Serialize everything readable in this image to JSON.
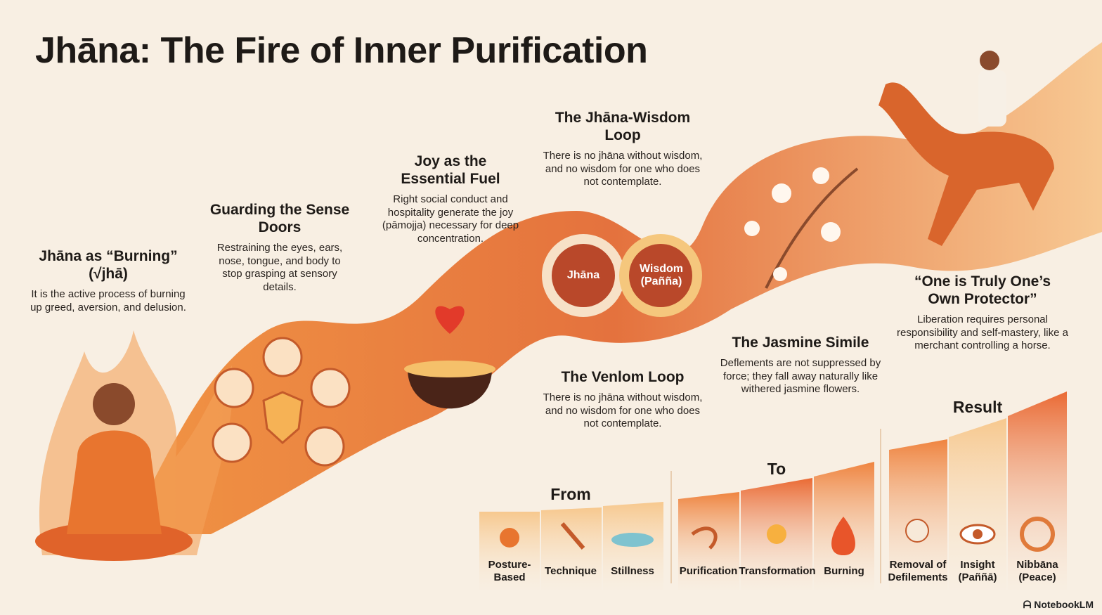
{
  "title": "Jhāna: The Fire of Inner Purification",
  "sections": [
    {
      "heading": "Jhāna as “Burning” (√jhā)",
      "text": "It is the active process of burning up greed, aversion, and delusion."
    },
    {
      "heading": "Guarding the Sense Doors",
      "text": "Restraining the eyes, ears, nose, tongue, and body to stop grasping at sensory details."
    },
    {
      "heading": "Joy as the Essential Fuel",
      "text": "Right social conduct and hospitality generate the joy (pāmojja) necessary for deep concentration."
    },
    {
      "heading": "The Jhāna-Wisdom Loop",
      "text": "There is no jhāna without wisdom, and no wisdom for one who does not contemplate."
    },
    {
      "heading": "The Venlom Loop",
      "text": "There is no jhāna without wisdom, and no wisdom for one who does not contemplate."
    },
    {
      "heading": "The Jasmine Simile",
      "text": "Deflements are not suppressed by force; they fall away naturally like withered jasmine flowers."
    },
    {
      "heading": "“One is Truly One’s Own Protector”",
      "text": "Liberation requires personal responsibility and self-mastery, like a merchant controlling a horse."
    }
  ],
  "loop": {
    "left": "Jhāna",
    "right": "Wisdom (Pañña)"
  },
  "progression": {
    "from": {
      "label": "From",
      "items": [
        "Posture-Based",
        "Technique",
        "Stillness"
      ]
    },
    "to": {
      "label": "To",
      "items": [
        "Purification",
        "Transformation",
        "Burning"
      ]
    },
    "result": {
      "label": "Result",
      "items": [
        "Removal of Defilements",
        "Insight (Paññā)",
        "Nibbāna (Peace)"
      ]
    }
  },
  "brand": "NotebookLM",
  "colors": {
    "background": "#f8efe3",
    "flame": "#e9702c",
    "deep": "#b9482a",
    "gold": "#f5b04a"
  }
}
